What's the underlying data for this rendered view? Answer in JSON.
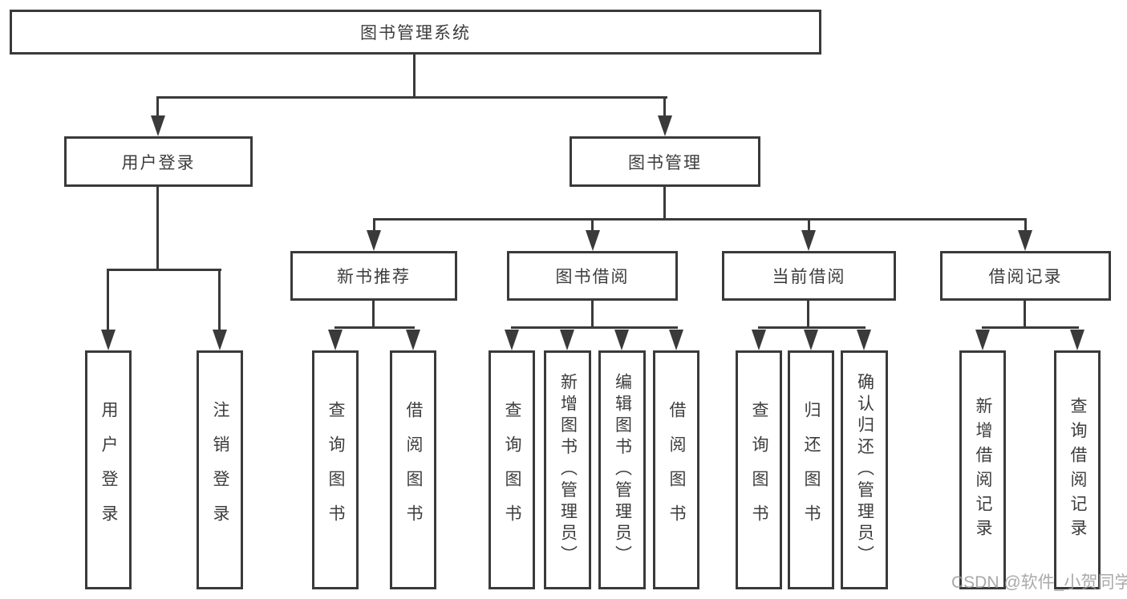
{
  "tree": {
    "root": "图书管理系统",
    "children": [
      {
        "label": "用户登录",
        "children": [
          {
            "label": "用户登录"
          },
          {
            "label": "注销登录"
          }
        ]
      },
      {
        "label": "图书管理",
        "children": [
          {
            "label": "新书推荐",
            "children": [
              {
                "label": "查询图书"
              },
              {
                "label": "借阅图书"
              }
            ]
          },
          {
            "label": "图书借阅",
            "children": [
              {
                "label": "查询图书"
              },
              {
                "label": "新增图书（管理员）"
              },
              {
                "label": "编辑图书（管理员）"
              },
              {
                "label": "借阅图书"
              }
            ]
          },
          {
            "label": "当前借阅",
            "children": [
              {
                "label": "查询图书"
              },
              {
                "label": "归还图书"
              },
              {
                "label": "确认归还（管理员）"
              }
            ]
          },
          {
            "label": "借阅记录",
            "children": [
              {
                "label": "新增借阅记录"
              },
              {
                "label": "查询借阅记录"
              }
            ]
          }
        ]
      }
    ]
  },
  "watermark": {
    "text": "CSDN @软件_小贺同学"
  },
  "colors": {
    "line": "#3a3a3a",
    "text": "#3d3d3d",
    "background": "#ffffff",
    "watermark": "#9b9b9b"
  }
}
